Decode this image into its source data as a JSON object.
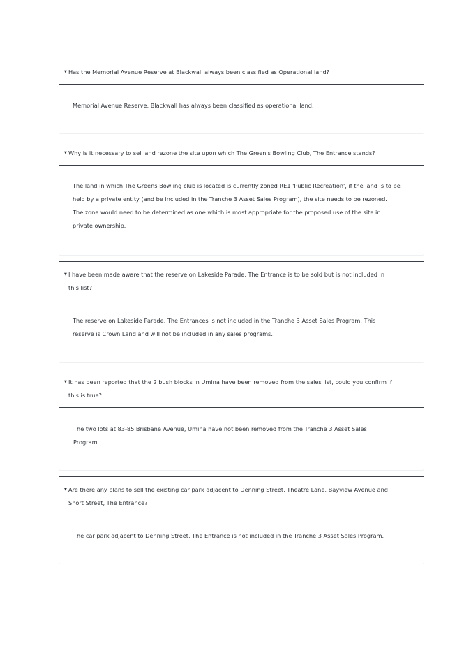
{
  "faq": [
    {
      "question_lines": [
        "Has the Memorial Avenue Reserve at Blackwall always been classified as Operational land?"
      ],
      "answer_lines": [
        "Memorial Avenue Reserve, Blackwall has always been classified as operational land."
      ]
    },
    {
      "question_lines": [
        "Why is it necessary to sell and rezone the site upon which The Green's Bowling Club, The Entrance stands?"
      ],
      "answer_lines": [
        "The land in which The Greens Bowling club is located is currently zoned RE1 'Public Recreation', if the land is to be",
        "held by a private entity (and be included in the Tranche 3 Asset Sales Program),  the site needs to be rezoned.",
        "The zone would need to be determined as one which is most appropriate for the proposed use of the site in",
        "private ownership."
      ]
    },
    {
      "question_lines": [
        "I have been made aware that the reserve on Lakeside Parade, The Entrance is to be sold but is not included in",
        "this list?"
      ],
      "answer_lines": [
        "The reserve on Lakeside Parade, The Entrances is not included in the Tranche 3 Asset Sales Program. This",
        "reserve is Crown Land and will not be included in any sales programs."
      ]
    },
    {
      "question_lines": [
        "It has been reported that the 2 bush blocks in Umina have been removed from the sales list, could you confirm if",
        "this is true?"
      ],
      "answer_lines": [
        "The two lots at 83-85 Brisbane Avenue, Umina have not been removed from the Tranche 3 Asset Sales",
        "Program."
      ]
    },
    {
      "question_lines": [
        "Are there any plans to sell the existing car park adjacent to Denning Street, Theatre Lane,  Bayview Avenue and",
        "Short Street, The Entrance?"
      ],
      "answer_lines": [
        "The car park adjacent to Denning Street, The Entrance is not included in the Tranche 3 Asset Sales Program."
      ]
    }
  ],
  "icons": {
    "caret": "caret-down-icon"
  }
}
